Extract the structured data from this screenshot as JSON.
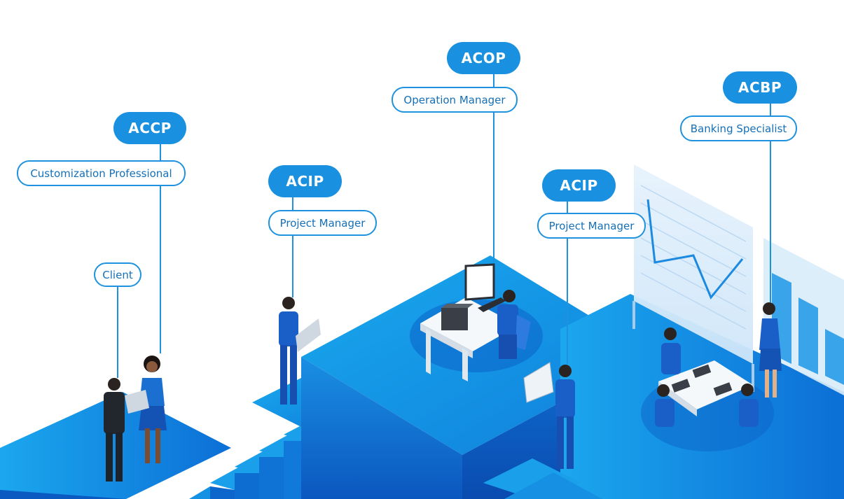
{
  "colors": {
    "primary": "#1990e0",
    "badge_text": "#ffffff",
    "role_text": "#1570b8",
    "role_border": "#1e92df",
    "platform_top": "#1aa3ec",
    "platform_side": "#0d5fc4"
  },
  "nodes": [
    {
      "id": "accp",
      "badge": "ACCP",
      "role": "Customization Professional"
    },
    {
      "id": "client",
      "badge": "",
      "role": "Client"
    },
    {
      "id": "acip-left",
      "badge": "ACIP",
      "role": "Project Manager"
    },
    {
      "id": "acop",
      "badge": "ACOP",
      "role": "Operation Manager"
    },
    {
      "id": "acip-right",
      "badge": "ACIP",
      "role": "Project Manager"
    },
    {
      "id": "acbp",
      "badge": "ACBP",
      "role": "Banking Specialist"
    }
  ]
}
